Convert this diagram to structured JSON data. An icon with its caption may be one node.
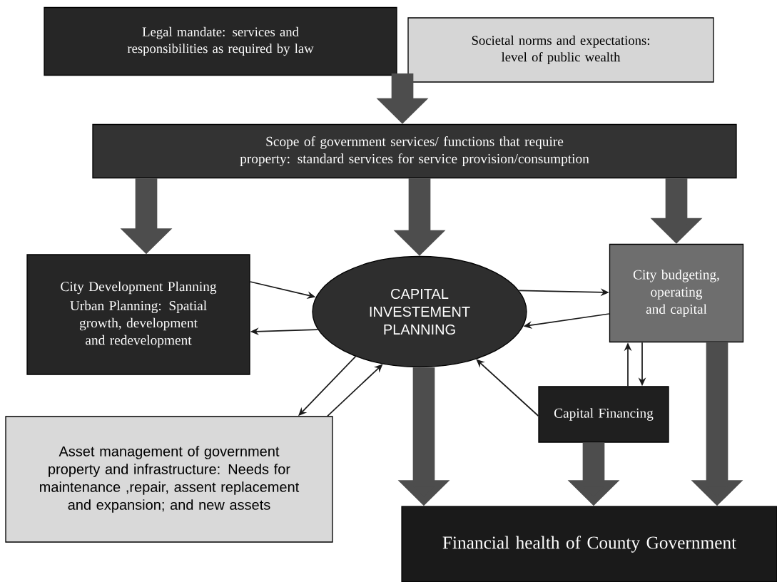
{
  "diagram": {
    "nodes": [
      {
        "text": [
          "Legal mandate: services and responsibilities as required by law"
        ]
      },
      {
        "text": [
          "Societal norms and expectations: level of public wealth"
        ]
      },
      {
        "text": [
          "Scope of government services/ functions that require property: standard services for service provision/consumption"
        ]
      },
      {
        "text": [
          "City Development Planning",
          "Urban Planning: Spatial growth, development and redevelopment"
        ]
      },
      {
        "text": [
          "CAPITAL INVESTEMENT PLANNING"
        ]
      },
      {
        "text": [
          "City budgeting, operating and capital"
        ]
      },
      {
        "text": [
          "Asset management of government property and infrastructure: Needs for maintenance ,repair, assent replacement and expansion; and new assets"
        ]
      },
      {
        "text": [
          "Capital Financing"
        ]
      },
      {
        "text": [
          "Financial health of County Government"
        ]
      }
    ],
    "edges": [
      {
        "from": 0,
        "to": 2,
        "arrow": "to",
        "style": "thick"
      },
      {
        "from": 1,
        "to": 2,
        "arrow": "to",
        "style": "thick"
      },
      {
        "from": 2,
        "to": 3,
        "arrow": "to",
        "style": "thick"
      },
      {
        "from": 2,
        "to": 4,
        "arrow": "to",
        "style": "thick"
      },
      {
        "from": 2,
        "to": 5,
        "arrow": "to",
        "style": "thick"
      },
      {
        "from": 3,
        "to": 4,
        "arrow": "to"
      },
      {
        "from": 4,
        "to": 3,
        "arrow": "to"
      },
      {
        "from": 4,
        "to": 5,
        "arrow": "to"
      },
      {
        "from": 5,
        "to": 4,
        "arrow": "to"
      },
      {
        "from": 6,
        "to": 4,
        "arrow": "to"
      },
      {
        "from": 4,
        "to": 6,
        "arrow": "to"
      },
      {
        "from": 7,
        "to": 4,
        "arrow": "to"
      },
      {
        "from": 7,
        "to": 5,
        "arrow": "to"
      },
      {
        "from": 5,
        "to": 7,
        "arrow": "to"
      },
      {
        "from": 4,
        "to": 8,
        "arrow": "to",
        "style": "thick"
      },
      {
        "from": 7,
        "to": 8,
        "arrow": "to",
        "style": "thick"
      },
      {
        "from": 5,
        "to": 8,
        "arrow": "to",
        "style": "thick"
      }
    ]
  }
}
